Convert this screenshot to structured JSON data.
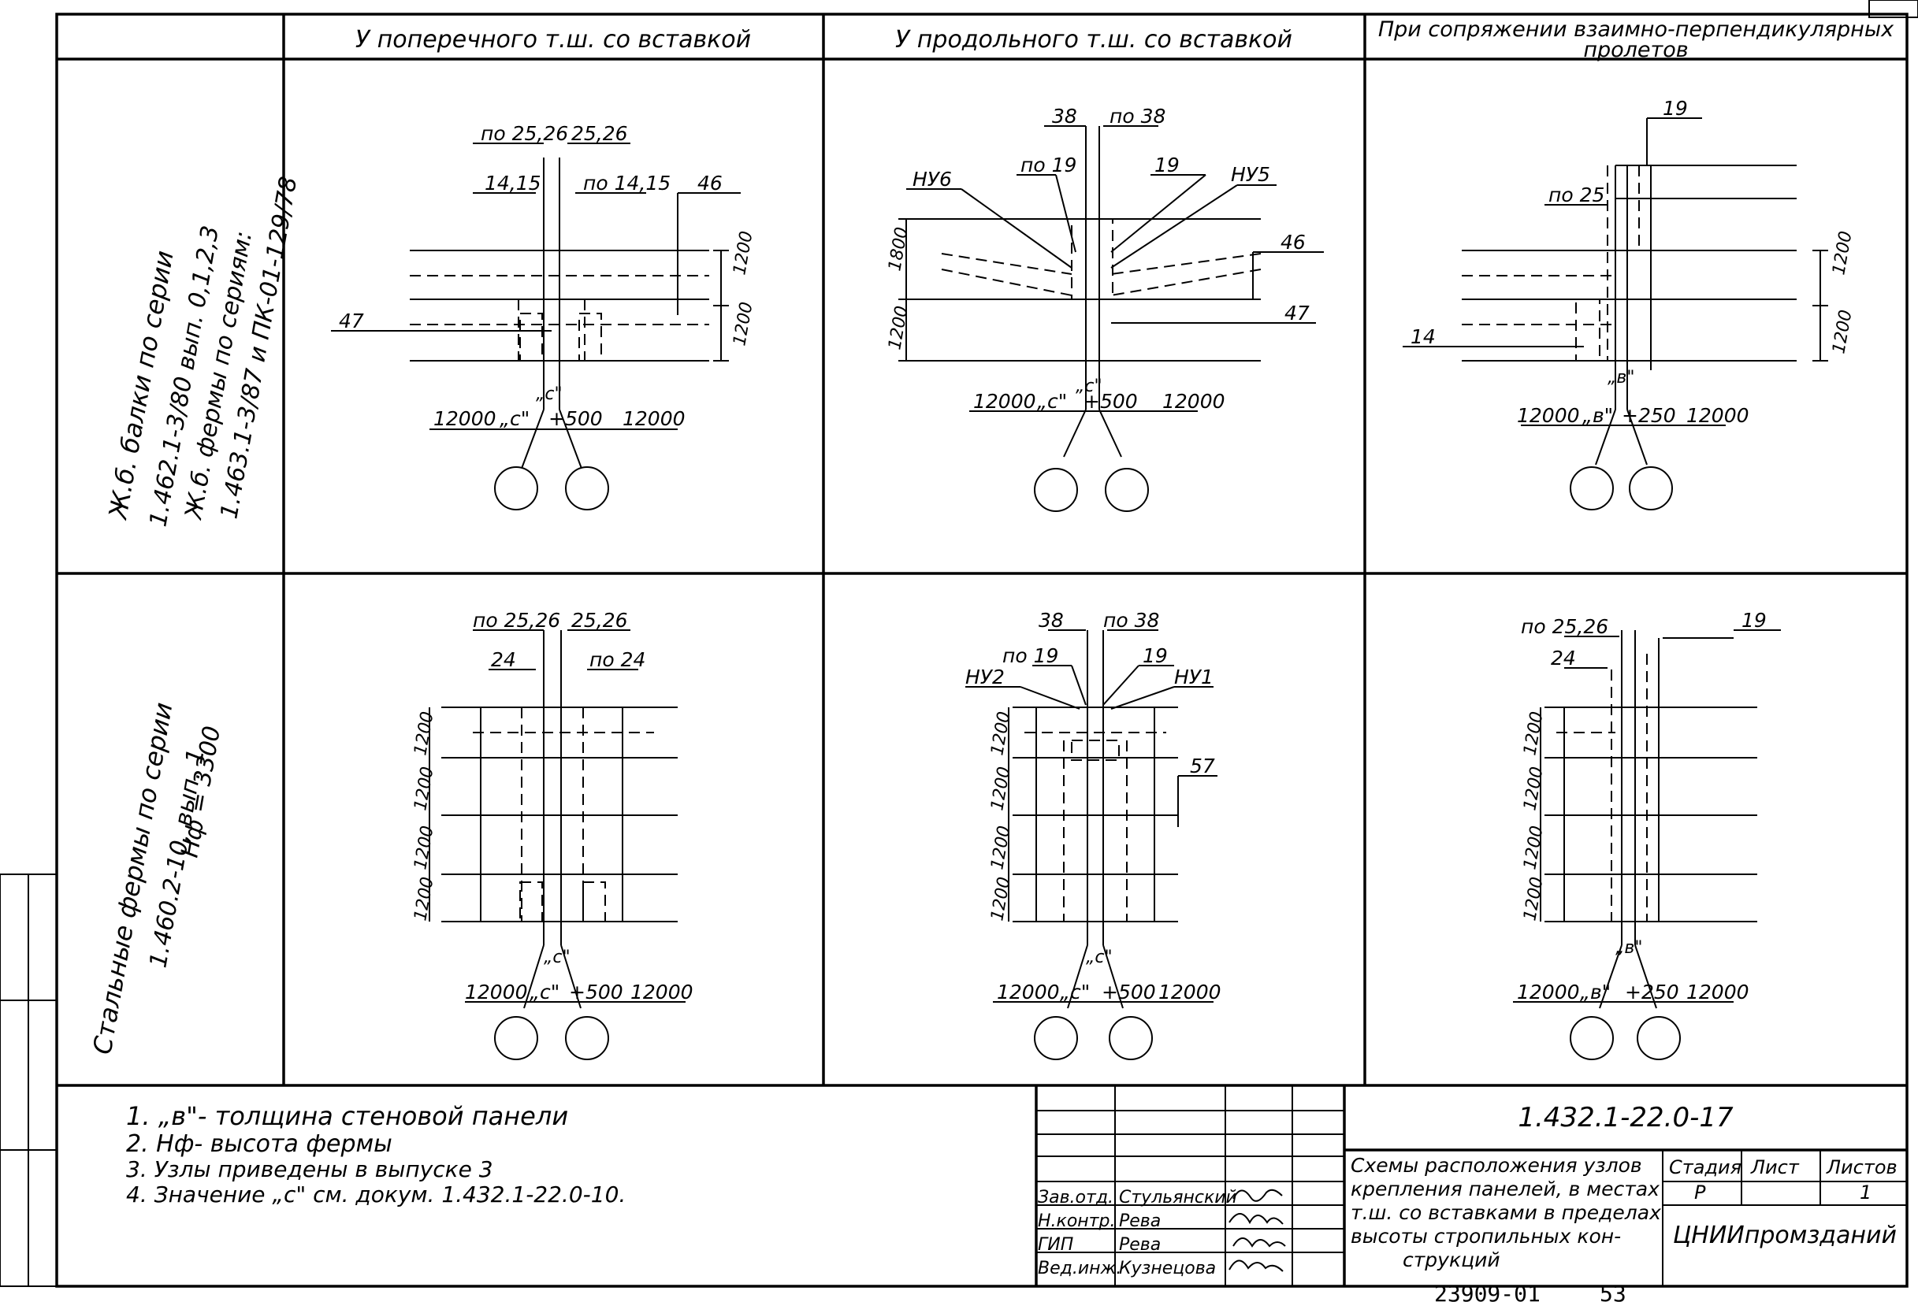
{
  "columns": {
    "col1": "У поперечного т.ш. со вставкой",
    "col2": "У продольного т.ш. со вставкой",
    "col3_line1": "При сопряжении взаимно-перпендикулярных",
    "col3_line2": "пролетов"
  },
  "rows": {
    "row1": {
      "line1": "Ж.б. балки по серии",
      "line2": "1.462.1-3/80 вып. 0,1,2,3",
      "line3": "Ж.б. фермы по сериям:",
      "line4": "1.463.1-3/87 и ПК-01-129/78"
    },
    "row2": {
      "line1": "Стальные фермы по серии",
      "line2": "1.460.2-10, вып. 1",
      "line3": "Hф = 3300"
    }
  },
  "diagrams": {
    "r1c1": {
      "labels": [
        "по 25,26",
        "25,26",
        "14,15",
        "по 14,15",
        "46",
        "47"
      ],
      "dims": [
        "1200",
        "1200"
      ],
      "c_mark": "„с\"",
      "bottom": [
        "12000",
        "„с\"",
        "+500",
        "12000"
      ]
    },
    "r1c2": {
      "labels": [
        "38",
        "по 38",
        "по 19",
        "19",
        "НУ6",
        "НУ5",
        "46",
        "47"
      ],
      "dims": [
        "1800",
        "1200"
      ],
      "c_mark": "„с\"",
      "bottom": [
        "12000",
        "„с\"",
        "+500",
        "12000"
      ]
    },
    "r1c3": {
      "labels": [
        "19",
        "по 25",
        "14"
      ],
      "dims": [
        "1200",
        "1200"
      ],
      "c_mark": "„в\"",
      "bottom": [
        "12000",
        "„в\"",
        "+250",
        "12000"
      ]
    },
    "r2c1": {
      "labels": [
        "по 25,26",
        "25,26",
        "24",
        "по 24"
      ],
      "dims": [
        "1200",
        "1200",
        "1200",
        "1200"
      ],
      "c_mark": "„с\"",
      "bottom": [
        "12000",
        "„с\"",
        "+500",
        "12000"
      ]
    },
    "r2c2": {
      "labels": [
        "38",
        "по 38",
        "по 19",
        "19",
        "НУ2",
        "НУ1",
        "57"
      ],
      "dims": [
        "1200",
        "1200",
        "1200",
        "1200"
      ],
      "c_mark": "„с\"",
      "bottom": [
        "12000",
        "„с\"",
        "+500",
        "12000"
      ]
    },
    "r2c3": {
      "labels": [
        "по 25,26",
        "19",
        "24"
      ],
      "dims": [
        "1200",
        "1200",
        "1200",
        "1200"
      ],
      "c_mark": "„в\"",
      "bottom": [
        "12000",
        "„в\"",
        "+250",
        "12000"
      ]
    }
  },
  "notes": [
    "1. „в\"- толщина стеновой панели",
    "2. Hф- высота фермы",
    "3. Узлы приведены в выпуске 3",
    "4. Значение „с\" см. докум. 1.432.1-22.0-10."
  ],
  "title_block": {
    "doc_code": "1.432.1-22.0-17",
    "description": [
      "Схемы расположения узлов",
      "крепления панелей, в местах",
      "т.ш. со вставками в пределах",
      "высоты стропильных кон-",
      "струкций"
    ],
    "stage_header": "Стадия",
    "sheet_header": "Лист",
    "sheets_header": "Листов",
    "stage": "Р",
    "sheets": "1",
    "org": "ЦНИИпромзданий",
    "staff": [
      {
        "role": "Зав.отд.",
        "name": "Стульянский"
      },
      {
        "role": "Н.контр.",
        "name": "Рева"
      },
      {
        "role": "ГИП",
        "name": "Рева"
      },
      {
        "role": "Вед.инж.",
        "name": "Кузнецова"
      }
    ],
    "bottom_code": "23909-01",
    "page": "53"
  }
}
